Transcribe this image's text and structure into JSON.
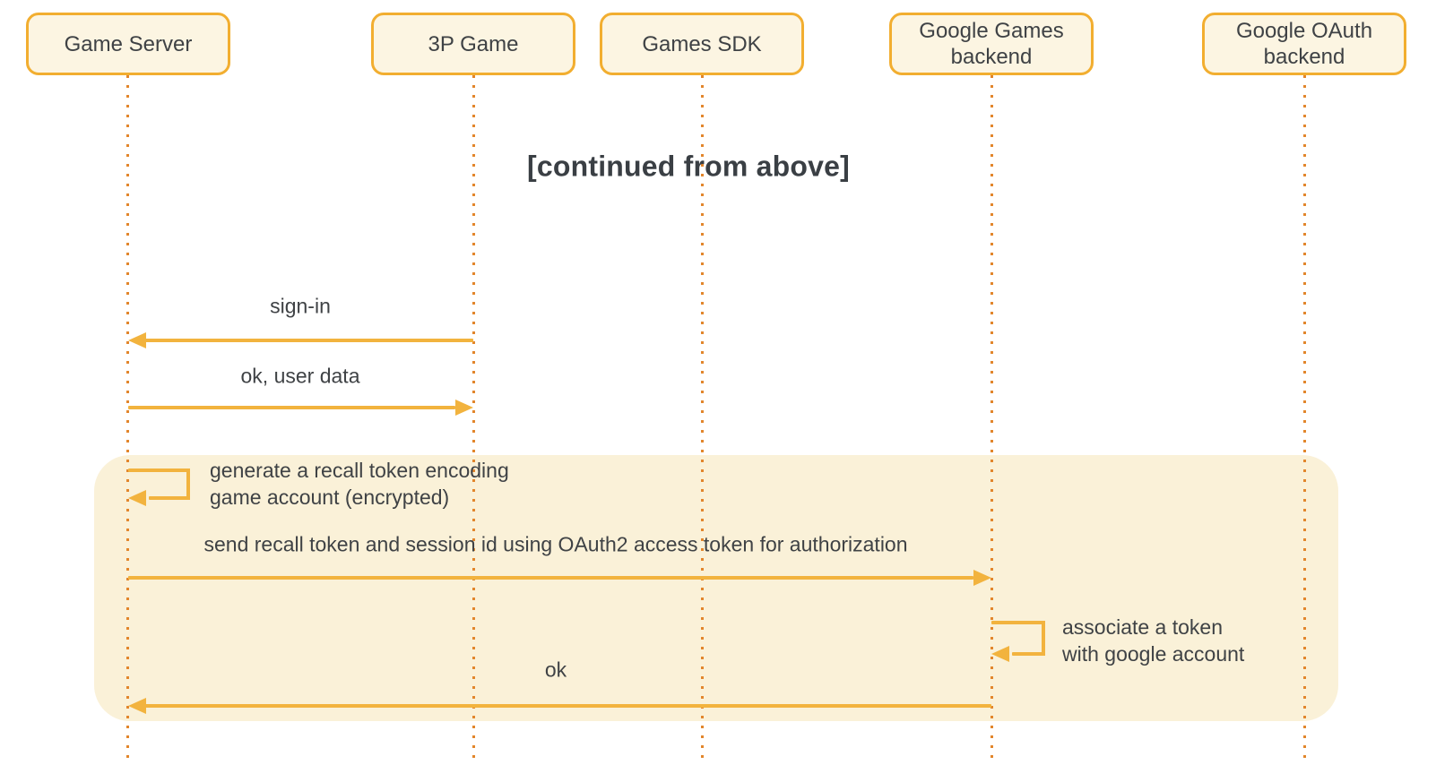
{
  "diagram": {
    "kind": "sequence-diagram",
    "continuation_note": "[continued from above]",
    "actors": [
      {
        "id": "game-server",
        "label": "Game Server"
      },
      {
        "id": "3p-game",
        "label": "3P Game"
      },
      {
        "id": "games-sdk",
        "label": "Games SDK"
      },
      {
        "id": "google-games-backend",
        "label": "Google Games backend"
      },
      {
        "id": "google-oauth-backend",
        "label": "Google OAuth backend"
      }
    ],
    "messages": [
      {
        "label": "sign-in",
        "from": "3P Game",
        "to": "Game Server",
        "direction": "left"
      },
      {
        "label": "ok, user data",
        "from": "Game Server",
        "to": "3P Game",
        "direction": "right"
      },
      {
        "label": "send recall token and session id using OAuth2 access token for authorization",
        "from": "Game Server",
        "to": "Google Games backend",
        "direction": "right"
      },
      {
        "label": "ok",
        "from": "Google Games backend",
        "to": "Game Server",
        "direction": "left"
      }
    ],
    "self_messages": [
      {
        "actor": "Game Server",
        "line1": "generate a recall token encoding",
        "line2": "game account (encrypted)"
      },
      {
        "actor": "Google Games backend",
        "line1": "associate a token",
        "line2": "with google account"
      }
    ],
    "colors": {
      "accent": "#F2B33E",
      "box_border": "#F2AE30",
      "box_fill": "#FCF5E2",
      "region_fill": "#FAF1D8",
      "lifeline_dot": "#E2862C",
      "text": "#3F4245"
    }
  }
}
